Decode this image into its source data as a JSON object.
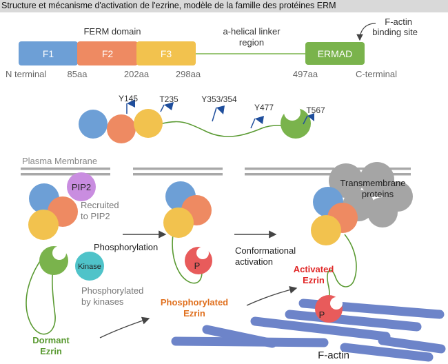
{
  "title": "Structure et mécanisme d'activation de l'ezrine, modèle de la famille des protéines ERM",
  "domain_bar": {
    "ferm_label": "FERM domain",
    "linker_label_line1": "a-helical linker",
    "linker_label_line2": "region",
    "factin_site_line1": "F-actin",
    "factin_site_line2": "binding site",
    "segments": [
      {
        "label": "F1",
        "color": "#6d9fd6"
      },
      {
        "label": "F2",
        "color": "#ee8a62"
      },
      {
        "label": "F3",
        "color": "#f2c24e"
      },
      {
        "label": "ERMAD",
        "color": "#7ab34c"
      }
    ],
    "positions": [
      "N terminal",
      "85aa",
      "202aa",
      "298aa",
      "497aa",
      "C-terminal"
    ]
  },
  "phospho_sites": [
    "Y145",
    "T235",
    "Y353/354",
    "Y477",
    "T567"
  ],
  "membrane_label": "Plasma Membrane",
  "stages": {
    "dormant": {
      "pip2": "PIP2",
      "recruited_line1": "Recruited",
      "recruited_line2": "to PIP2",
      "kinase": "Kinase",
      "phosphorylated_by_line1": "Phosphorylated",
      "phosphorylated_by_line2": "by kinases",
      "name_line1": "Dormant",
      "name_line2": "Ezrin"
    },
    "step1": "Phosphorylation",
    "phosphorylated": {
      "p": "P",
      "name_line1": "Phosphorylated",
      "name_line2": "Ezrin"
    },
    "step2_line1": "Conformational",
    "step2_line2": "activation",
    "activated": {
      "p": "P",
      "transmembrane_line1": "Transmembrane",
      "transmembrane_line2": "proteins",
      "name_line1": "Activated",
      "name_line2": "Ezrin",
      "factin": "F-actin"
    }
  },
  "colors": {
    "blue": "#6d9fd6",
    "orange": "#ee8a62",
    "yellow": "#f2c24e",
    "green": "#7ab34c",
    "pip2": "#c98de0",
    "kinase": "#4fc3c9",
    "red": "#e85b5b",
    "membrane": "#a8a8a8",
    "actin": "#6d84c9",
    "flag": "#1f4e9c",
    "dormant_text": "#5a9a32",
    "phospho_text": "#e0701e",
    "activated_text": "#e02626"
  }
}
